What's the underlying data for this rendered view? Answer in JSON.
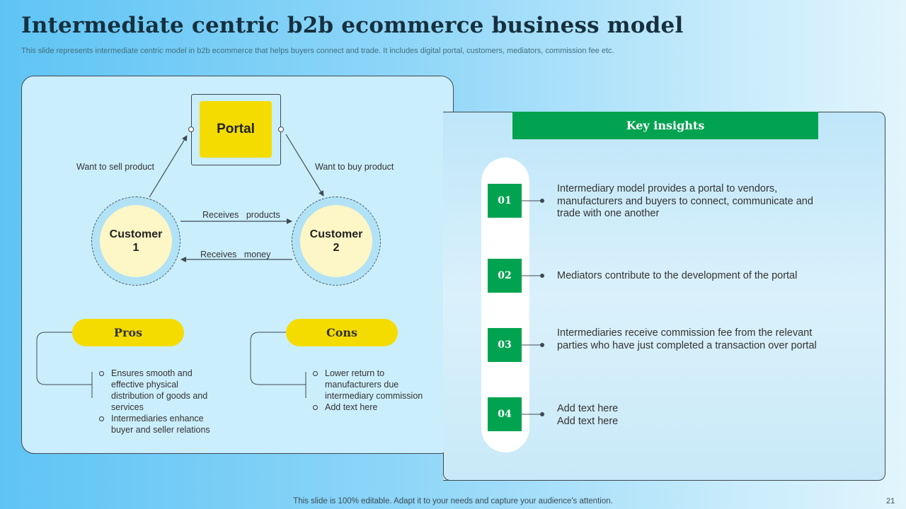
{
  "header": {
    "title": "Intermediate centric b2b ecommerce business model",
    "subtitle": "This slide represents intermediate centric model in b2b ecommerce that helps buyers connect and trade. It includes digital portal, customers, mediators, commission fee etc."
  },
  "diagram": {
    "portal_label": "Portal",
    "customer1_label": "Customer\n1",
    "customer2_label": "Customer\n2",
    "want_to_sell": "Want to sell product",
    "want_to_buy": "Want to buy product",
    "receives_products": "Receives   products",
    "receives_money": "Receives   money"
  },
  "pros": {
    "title": "Pros",
    "items": [
      "Ensures smooth and effective physical distribution of goods and services",
      "Intermediaries enhance buyer and seller relations"
    ]
  },
  "cons": {
    "title": "Cons",
    "items": [
      "Lower return to manufacturers due intermediary commission",
      "Add text here"
    ]
  },
  "key_insights": {
    "title": "Key insights",
    "items": [
      {
        "num": "01",
        "text": "Intermediary model provides a portal to vendors, manufacturers and buyers to connect, communicate and trade with one another"
      },
      {
        "num": "02",
        "text": "Mediators contribute to the development of the portal"
      },
      {
        "num": "03",
        "text": "Intermediaries receive commission fee from the relevant parties who have just completed a transaction over portal"
      },
      {
        "num": "04",
        "text": "Add text here\nAdd text here"
      }
    ]
  },
  "footer": {
    "note": "This slide is 100% editable. Adapt it to your needs and capture your audience's attention.",
    "page_number": "21"
  },
  "colors": {
    "accent_green": "#02a350",
    "accent_yellow": "#f5dc00",
    "title_color": "#16303f"
  }
}
